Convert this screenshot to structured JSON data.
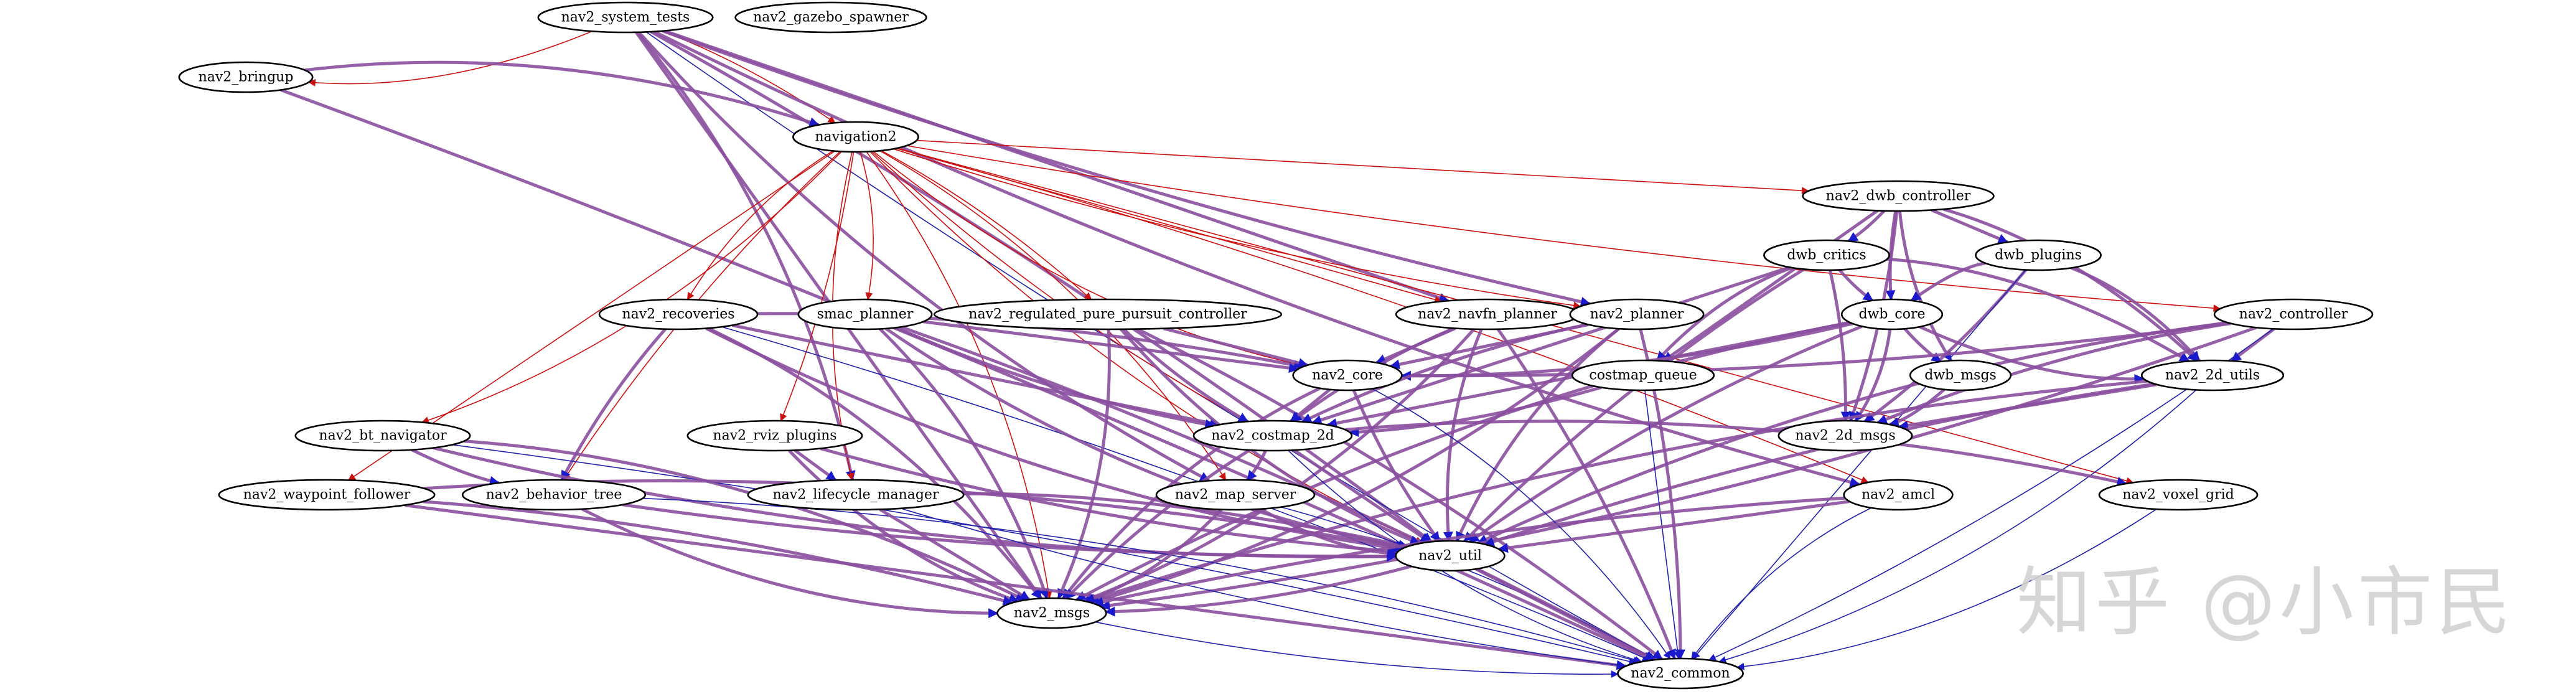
{
  "diagram": {
    "colors": {
      "build": "#cc1111",
      "runtime": "#1a1acc",
      "both": "#8a4f9e"
    },
    "nodes": [
      {
        "id": "nav2_system_tests",
        "label": "nav2_system_tests"
      },
      {
        "id": "nav2_gazebo_spawner",
        "label": "nav2_gazebo_spawner"
      },
      {
        "id": "nav2_bringup",
        "label": "nav2_bringup"
      },
      {
        "id": "navigation2",
        "label": "navigation2"
      },
      {
        "id": "nav2_dwb_controller",
        "label": "nav2_dwb_controller"
      },
      {
        "id": "dwb_critics",
        "label": "dwb_critics"
      },
      {
        "id": "dwb_plugins",
        "label": "dwb_plugins"
      },
      {
        "id": "nav2_recoveries",
        "label": "nav2_recoveries"
      },
      {
        "id": "smac_planner",
        "label": "smac_planner"
      },
      {
        "id": "nav2_regulated_pure_pursuit_controller",
        "label": "nav2_regulated_pure_pursuit_controller"
      },
      {
        "id": "nav2_navfn_planner",
        "label": "nav2_navfn_planner"
      },
      {
        "id": "nav2_planner",
        "label": "nav2_planner"
      },
      {
        "id": "dwb_core",
        "label": "dwb_core"
      },
      {
        "id": "nav2_controller",
        "label": "nav2_controller"
      },
      {
        "id": "nav2_core",
        "label": "nav2_core"
      },
      {
        "id": "costmap_queue",
        "label": "costmap_queue"
      },
      {
        "id": "dwb_msgs",
        "label": "dwb_msgs"
      },
      {
        "id": "nav2_2d_utils",
        "label": "nav2_2d_utils"
      },
      {
        "id": "nav2_bt_navigator",
        "label": "nav2_bt_navigator"
      },
      {
        "id": "nav2_rviz_plugins",
        "label": "nav2_rviz_plugins"
      },
      {
        "id": "nav2_costmap_2d",
        "label": "nav2_costmap_2d"
      },
      {
        "id": "nav2_2d_msgs",
        "label": "nav2_2d_msgs"
      },
      {
        "id": "nav2_waypoint_follower",
        "label": "nav2_waypoint_follower"
      },
      {
        "id": "nav2_behavior_tree",
        "label": "nav2_behavior_tree"
      },
      {
        "id": "nav2_lifecycle_manager",
        "label": "nav2_lifecycle_manager"
      },
      {
        "id": "nav2_map_server",
        "label": "nav2_map_server"
      },
      {
        "id": "nav2_amcl",
        "label": "nav2_amcl"
      },
      {
        "id": "nav2_voxel_grid",
        "label": "nav2_voxel_grid"
      },
      {
        "id": "nav2_util",
        "label": "nav2_util"
      },
      {
        "id": "nav2_msgs",
        "label": "nav2_msgs"
      },
      {
        "id": "nav2_common",
        "label": "nav2_common"
      }
    ],
    "edges": [
      {
        "from": "nav2_system_tests",
        "to": "nav2_bringup",
        "kind": "build"
      },
      {
        "from": "nav2_system_tests",
        "to": "navigation2",
        "kind": "build"
      },
      {
        "from": "nav2_system_tests",
        "to": "nav2_navfn_planner",
        "kind": "both"
      },
      {
        "from": "nav2_system_tests",
        "to": "nav2_planner",
        "kind": "both"
      },
      {
        "from": "nav2_system_tests",
        "to": "nav2_amcl",
        "kind": "both"
      },
      {
        "from": "nav2_system_tests",
        "to": "nav2_lifecycle_manager",
        "kind": "both"
      },
      {
        "from": "nav2_system_tests",
        "to": "nav2_util",
        "kind": "both"
      },
      {
        "from": "nav2_system_tests",
        "to": "nav2_msgs",
        "kind": "both"
      },
      {
        "from": "nav2_system_tests",
        "to": "nav2_common",
        "kind": "runtime"
      },
      {
        "from": "nav2_system_tests",
        "to": "nav2_map_server",
        "kind": "both"
      },
      {
        "from": "nav2_bringup",
        "to": "navigation2",
        "kind": "both"
      },
      {
        "from": "nav2_bringup",
        "to": "nav2_common",
        "kind": "both"
      },
      {
        "from": "navigation2",
        "to": "nav2_dwb_controller",
        "kind": "build"
      },
      {
        "from": "navigation2",
        "to": "nav2_controller",
        "kind": "build"
      },
      {
        "from": "navigation2",
        "to": "nav2_recoveries",
        "kind": "build"
      },
      {
        "from": "navigation2",
        "to": "smac_planner",
        "kind": "build"
      },
      {
        "from": "navigation2",
        "to": "nav2_regulated_pure_pursuit_controller",
        "kind": "build"
      },
      {
        "from": "navigation2",
        "to": "nav2_navfn_planner",
        "kind": "build"
      },
      {
        "from": "navigation2",
        "to": "nav2_planner",
        "kind": "build"
      },
      {
        "from": "navigation2",
        "to": "nav2_core",
        "kind": "build"
      },
      {
        "from": "navigation2",
        "to": "nav2_bt_navigator",
        "kind": "build"
      },
      {
        "from": "navigation2",
        "to": "nav2_rviz_plugins",
        "kind": "build"
      },
      {
        "from": "navigation2",
        "to": "nav2_waypoint_follower",
        "kind": "build"
      },
      {
        "from": "navigation2",
        "to": "nav2_behavior_tree",
        "kind": "build"
      },
      {
        "from": "navigation2",
        "to": "nav2_lifecycle_manager",
        "kind": "build"
      },
      {
        "from": "navigation2",
        "to": "nav2_map_server",
        "kind": "build"
      },
      {
        "from": "navigation2",
        "to": "nav2_amcl",
        "kind": "build"
      },
      {
        "from": "navigation2",
        "to": "nav2_voxel_grid",
        "kind": "build"
      },
      {
        "from": "navigation2",
        "to": "nav2_costmap_2d",
        "kind": "build"
      },
      {
        "from": "navigation2",
        "to": "nav2_util",
        "kind": "build"
      },
      {
        "from": "navigation2",
        "to": "nav2_msgs",
        "kind": "build"
      },
      {
        "from": "nav2_dwb_controller",
        "to": "dwb_critics",
        "kind": "both"
      },
      {
        "from": "nav2_dwb_controller",
        "to": "dwb_plugins",
        "kind": "both"
      },
      {
        "from": "nav2_dwb_controller",
        "to": "dwb_core",
        "kind": "both"
      },
      {
        "from": "nav2_dwb_controller",
        "to": "dwb_msgs",
        "kind": "both"
      },
      {
        "from": "nav2_dwb_controller",
        "to": "nav2_2d_utils",
        "kind": "both"
      },
      {
        "from": "nav2_dwb_controller",
        "to": "nav2_2d_msgs",
        "kind": "both"
      },
      {
        "from": "nav2_dwb_controller",
        "to": "costmap_queue",
        "kind": "both"
      },
      {
        "from": "dwb_critics",
        "to": "dwb_core",
        "kind": "both"
      },
      {
        "from": "dwb_critics",
        "to": "costmap_queue",
        "kind": "both"
      },
      {
        "from": "dwb_critics",
        "to": "nav2_2d_utils",
        "kind": "both"
      },
      {
        "from": "dwb_critics",
        "to": "nav2_2d_msgs",
        "kind": "both"
      },
      {
        "from": "dwb_critics",
        "to": "nav2_costmap_2d",
        "kind": "both"
      },
      {
        "from": "dwb_critics",
        "to": "nav2_util",
        "kind": "both"
      },
      {
        "from": "dwb_plugins",
        "to": "dwb_core",
        "kind": "both"
      },
      {
        "from": "dwb_plugins",
        "to": "nav2_2d_utils",
        "kind": "both"
      },
      {
        "from": "dwb_plugins",
        "to": "nav2_2d_msgs",
        "kind": "both"
      },
      {
        "from": "dwb_plugins",
        "to": "nav2_common",
        "kind": "runtime"
      },
      {
        "from": "dwb_core",
        "to": "dwb_msgs",
        "kind": "both"
      },
      {
        "from": "dwb_core",
        "to": "nav2_2d_utils",
        "kind": "both"
      },
      {
        "from": "dwb_core",
        "to": "nav2_2d_msgs",
        "kind": "both"
      },
      {
        "from": "dwb_core",
        "to": "nav2_core",
        "kind": "both"
      },
      {
        "from": "dwb_core",
        "to": "nav2_costmap_2d",
        "kind": "both"
      },
      {
        "from": "dwb_core",
        "to": "nav2_util",
        "kind": "both"
      },
      {
        "from": "dwb_core",
        "to": "nav2_msgs",
        "kind": "both"
      },
      {
        "from": "dwb_msgs",
        "to": "nav2_2d_msgs",
        "kind": "both"
      },
      {
        "from": "nav2_controller",
        "to": "nav2_core",
        "kind": "both"
      },
      {
        "from": "nav2_controller",
        "to": "nav2_2d_utils",
        "kind": "both"
      },
      {
        "from": "nav2_controller",
        "to": "nav2_2d_msgs",
        "kind": "both"
      },
      {
        "from": "nav2_controller",
        "to": "nav2_util",
        "kind": "both"
      },
      {
        "from": "nav2_controller",
        "to": "nav2_msgs",
        "kind": "both"
      },
      {
        "from": "nav2_controller",
        "to": "nav2_common",
        "kind": "runtime"
      },
      {
        "from": "nav2_2d_utils",
        "to": "nav2_2d_msgs",
        "kind": "both"
      },
      {
        "from": "nav2_2d_utils",
        "to": "nav2_util",
        "kind": "both"
      },
      {
        "from": "nav2_2d_utils",
        "to": "nav2_msgs",
        "kind": "both"
      },
      {
        "from": "nav2_2d_utils",
        "to": "nav2_common",
        "kind": "runtime"
      },
      {
        "from": "nav2_recoveries",
        "to": "nav2_core",
        "kind": "both"
      },
      {
        "from": "nav2_recoveries",
        "to": "nav2_costmap_2d",
        "kind": "both"
      },
      {
        "from": "nav2_recoveries",
        "to": "nav2_behavior_tree",
        "kind": "both"
      },
      {
        "from": "nav2_recoveries",
        "to": "nav2_util",
        "kind": "both"
      },
      {
        "from": "nav2_recoveries",
        "to": "nav2_msgs",
        "kind": "both"
      },
      {
        "from": "nav2_recoveries",
        "to": "nav2_common",
        "kind": "runtime"
      },
      {
        "from": "smac_planner",
        "to": "nav2_core",
        "kind": "both"
      },
      {
        "from": "smac_planner",
        "to": "nav2_costmap_2d",
        "kind": "both"
      },
      {
        "from": "smac_planner",
        "to": "nav2_util",
        "kind": "both"
      },
      {
        "from": "smac_planner",
        "to": "nav2_msgs",
        "kind": "both"
      },
      {
        "from": "smac_planner",
        "to": "nav2_common",
        "kind": "both"
      },
      {
        "from": "nav2_regulated_pure_pursuit_controller",
        "to": "nav2_core",
        "kind": "both"
      },
      {
        "from": "nav2_regulated_pure_pursuit_controller",
        "to": "nav2_costmap_2d",
        "kind": "both"
      },
      {
        "from": "nav2_regulated_pure_pursuit_controller",
        "to": "nav2_util",
        "kind": "both"
      },
      {
        "from": "nav2_regulated_pure_pursuit_controller",
        "to": "nav2_msgs",
        "kind": "both"
      },
      {
        "from": "nav2_regulated_pure_pursuit_controller",
        "to": "nav2_common",
        "kind": "both"
      },
      {
        "from": "nav2_navfn_planner",
        "to": "nav2_core",
        "kind": "both"
      },
      {
        "from": "nav2_navfn_planner",
        "to": "nav2_costmap_2d",
        "kind": "both"
      },
      {
        "from": "nav2_navfn_planner",
        "to": "nav2_util",
        "kind": "both"
      },
      {
        "from": "nav2_navfn_planner",
        "to": "nav2_msgs",
        "kind": "both"
      },
      {
        "from": "nav2_navfn_planner",
        "to": "nav2_common",
        "kind": "both"
      },
      {
        "from": "nav2_planner",
        "to": "nav2_core",
        "kind": "both"
      },
      {
        "from": "nav2_planner",
        "to": "nav2_costmap_2d",
        "kind": "both"
      },
      {
        "from": "nav2_planner",
        "to": "nav2_util",
        "kind": "both"
      },
      {
        "from": "nav2_planner",
        "to": "nav2_msgs",
        "kind": "both"
      },
      {
        "from": "nav2_planner",
        "to": "nav2_common",
        "kind": "both"
      },
      {
        "from": "nav2_core",
        "to": "nav2_costmap_2d",
        "kind": "both"
      },
      {
        "from": "nav2_core",
        "to": "nav2_util",
        "kind": "both"
      },
      {
        "from": "nav2_core",
        "to": "nav2_msgs",
        "kind": "both"
      },
      {
        "from": "nav2_core",
        "to": "nav2_common",
        "kind": "runtime"
      },
      {
        "from": "costmap_queue",
        "to": "nav2_costmap_2d",
        "kind": "both"
      },
      {
        "from": "costmap_queue",
        "to": "nav2_common",
        "kind": "runtime"
      },
      {
        "from": "nav2_bt_navigator",
        "to": "nav2_behavior_tree",
        "kind": "both"
      },
      {
        "from": "nav2_bt_navigator",
        "to": "nav2_util",
        "kind": "both"
      },
      {
        "from": "nav2_bt_navigator",
        "to": "nav2_msgs",
        "kind": "both"
      },
      {
        "from": "nav2_bt_navigator",
        "to": "nav2_common",
        "kind": "runtime"
      },
      {
        "from": "nav2_rviz_plugins",
        "to": "nav2_lifecycle_manager",
        "kind": "both"
      },
      {
        "from": "nav2_rviz_plugins",
        "to": "nav2_util",
        "kind": "both"
      },
      {
        "from": "nav2_rviz_plugins",
        "to": "nav2_msgs",
        "kind": "both"
      },
      {
        "from": "nav2_costmap_2d",
        "to": "nav2_voxel_grid",
        "kind": "both"
      },
      {
        "from": "nav2_costmap_2d",
        "to": "nav2_map_server",
        "kind": "both"
      },
      {
        "from": "nav2_costmap_2d",
        "to": "nav2_util",
        "kind": "both"
      },
      {
        "from": "nav2_costmap_2d",
        "to": "nav2_msgs",
        "kind": "both"
      },
      {
        "from": "nav2_costmap_2d",
        "to": "nav2_common",
        "kind": "runtime"
      },
      {
        "from": "nav2_waypoint_follower",
        "to": "nav2_util",
        "kind": "both"
      },
      {
        "from": "nav2_waypoint_follower",
        "to": "nav2_msgs",
        "kind": "both"
      },
      {
        "from": "nav2_waypoint_follower",
        "to": "nav2_common",
        "kind": "both"
      },
      {
        "from": "nav2_behavior_tree",
        "to": "nav2_util",
        "kind": "both"
      },
      {
        "from": "nav2_behavior_tree",
        "to": "nav2_msgs",
        "kind": "both"
      },
      {
        "from": "nav2_behavior_tree",
        "to": "nav2_common",
        "kind": "runtime"
      },
      {
        "from": "nav2_lifecycle_manager",
        "to": "nav2_util",
        "kind": "both"
      },
      {
        "from": "nav2_lifecycle_manager",
        "to": "nav2_msgs",
        "kind": "both"
      },
      {
        "from": "nav2_lifecycle_manager",
        "to": "nav2_common",
        "kind": "runtime"
      },
      {
        "from": "nav2_map_server",
        "to": "nav2_util",
        "kind": "both"
      },
      {
        "from": "nav2_map_server",
        "to": "nav2_msgs",
        "kind": "both"
      },
      {
        "from": "nav2_map_server",
        "to": "nav2_common",
        "kind": "runtime"
      },
      {
        "from": "nav2_amcl",
        "to": "nav2_util",
        "kind": "both"
      },
      {
        "from": "nav2_amcl",
        "to": "nav2_msgs",
        "kind": "both"
      },
      {
        "from": "nav2_amcl",
        "to": "nav2_common",
        "kind": "runtime"
      },
      {
        "from": "nav2_voxel_grid",
        "to": "nav2_common",
        "kind": "runtime"
      },
      {
        "from": "nav2_util",
        "to": "nav2_msgs",
        "kind": "both"
      },
      {
        "from": "nav2_util",
        "to": "nav2_common",
        "kind": "both"
      },
      {
        "from": "nav2_msgs",
        "to": "nav2_common",
        "kind": "runtime"
      }
    ]
  },
  "watermark": "知乎 @小市民"
}
